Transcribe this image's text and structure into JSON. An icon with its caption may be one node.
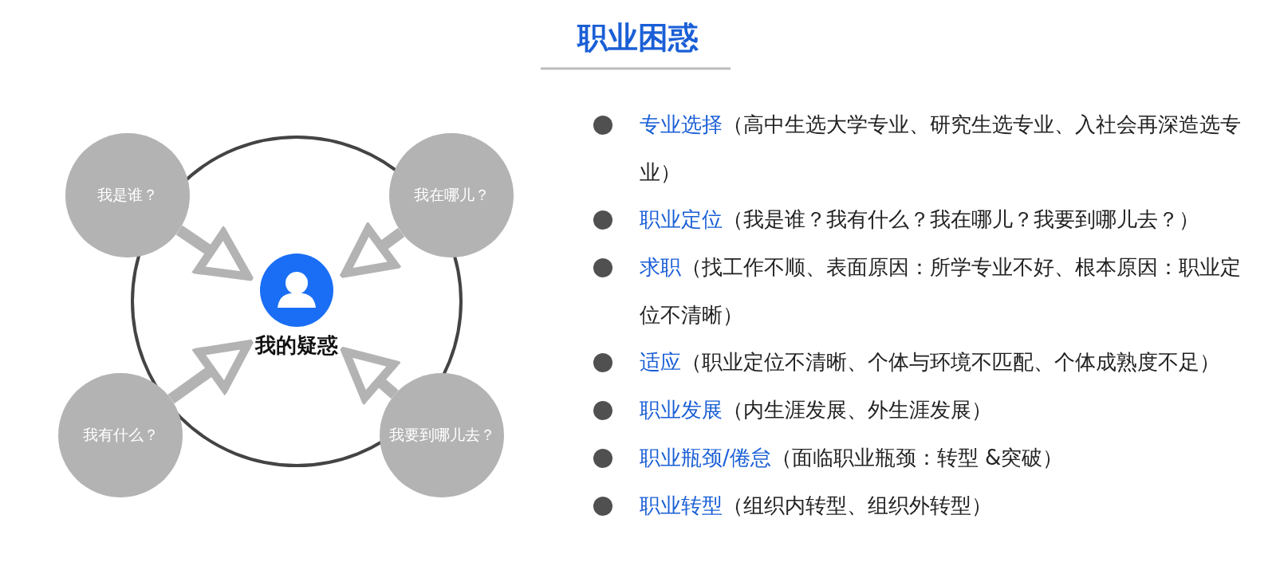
{
  "diagram": {
    "title": "职业困惑",
    "nodes": [
      {
        "text": [
          "我的疑惑"
        ]
      },
      {
        "text": [
          "我是谁？"
        ]
      },
      {
        "text": [
          "我在哪儿？"
        ]
      },
      {
        "text": [
          "我有什么？"
        ]
      },
      {
        "text": [
          "我要到哪儿去？"
        ]
      }
    ],
    "edges": [
      {
        "from": 1,
        "to": 0,
        "arrow": "to"
      },
      {
        "from": 2,
        "to": 0,
        "arrow": "to"
      },
      {
        "from": 3,
        "to": 0,
        "arrow": "to"
      },
      {
        "from": 4,
        "to": 0,
        "arrow": "to"
      }
    ],
    "labels": [
      "**专业选择**（高中生选大学专业、研究生选专业、入社会再深造选专业）",
      "**职业定位**（我是谁？我有什么？我在哪儿？我要到哪儿去？）",
      "**求职**（找工作不顺、表面原因：所学专业不好、根本原因：职业定位不清晰）",
      "**适应**（职业定位不清晰、个体与环境不匹配、个体成熟度不足）",
      "**职业发展**（内生涯发展、外生涯发展）",
      "**职业瓶颈/倦怠**（面临职业瓶颈：转型 &突破）",
      "**职业转型**（组织内转型、组织外转型）"
    ]
  }
}
